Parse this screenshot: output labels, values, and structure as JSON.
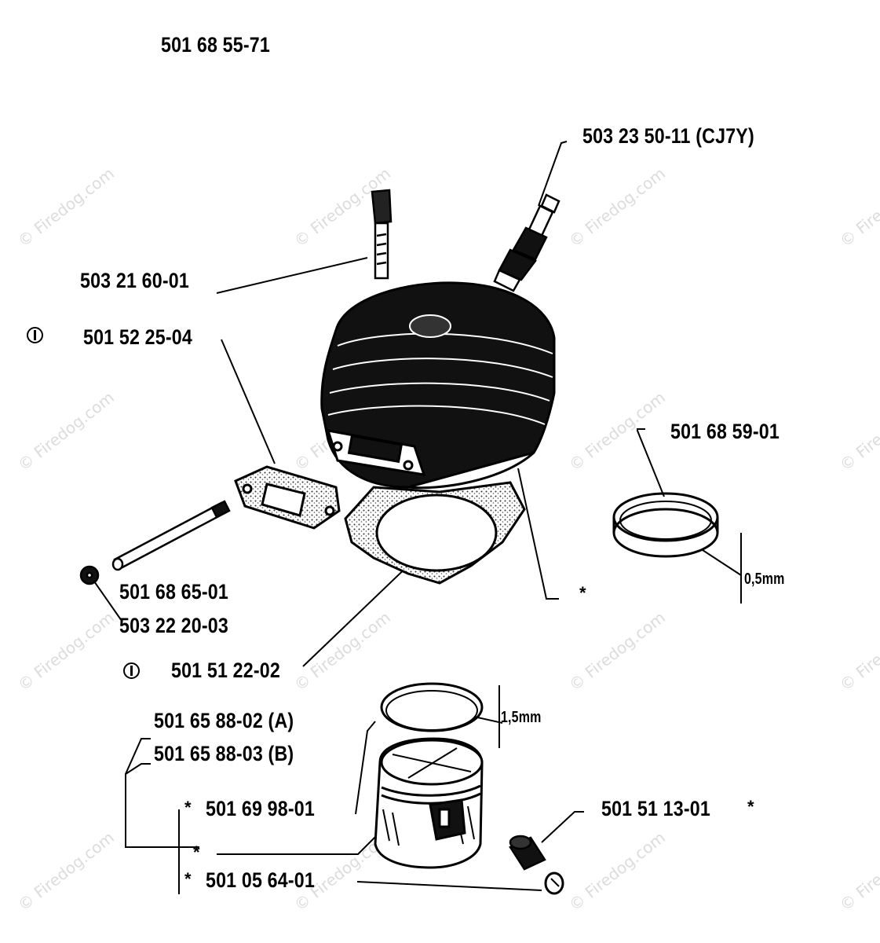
{
  "assembly_number": "501 68 55-71",
  "watermark": "© Firedog.com",
  "parts": {
    "spark_plug": "503 23 50-11 (CJ7Y)",
    "cylinder_bolt": "503 21 60-01",
    "muffler_gasket": "501 52 25-04",
    "piston_ring_upper": "501 68 59-01",
    "upper_ring_thickness": "0,5mm",
    "muffler_stud": "501 68 65-01",
    "muffler_nut": "503 22 20-03",
    "cylinder_gasket": "501 51 22-02",
    "piston_assembly_a": "501 65 88-02 (A)",
    "piston_assembly_b": "501 65 88-03 (B)",
    "piston_ring_lower_thickness": "1,5mm",
    "piston_ring": "501 69 98-01",
    "needle_bearing": "501 51 13-01",
    "circlip": "501 05 64-01",
    "asterisk": "*"
  }
}
